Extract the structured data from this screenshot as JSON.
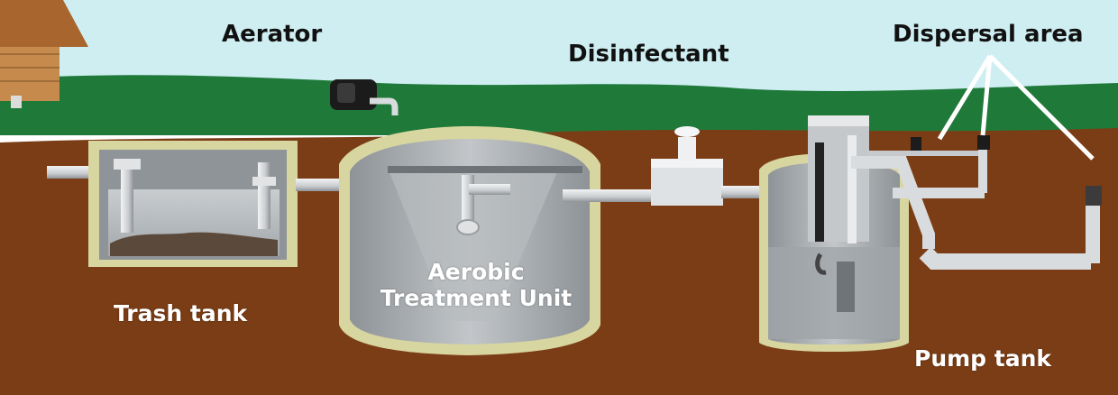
{
  "labels": {
    "aerator": "Aerator",
    "disinfectant": "Disinfectant",
    "dispersal_area": "Dispersal area",
    "trash_tank": "Trash tank",
    "aerobic_line1": "Aerobic",
    "aerobic_line2": "Treatment Unit",
    "pump_tank": "Pump tank"
  },
  "colors": {
    "sky": "#cfeef2",
    "grass": "#1f7a3a",
    "soil": "#7b3d15",
    "tank_rim": "#d8d6a0",
    "tank_body": "#a9adb0",
    "pipe": "#d9dcde"
  }
}
